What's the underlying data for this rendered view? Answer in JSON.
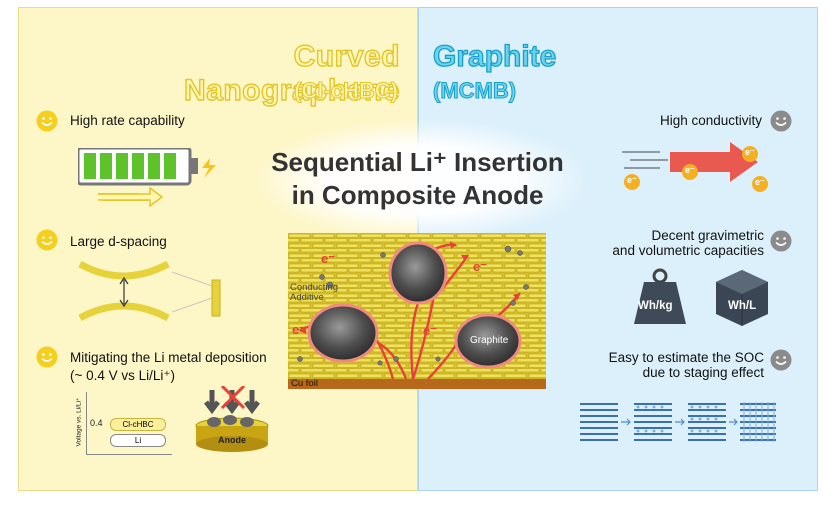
{
  "left": {
    "title": "Curved Nanographene",
    "subtitle": "(Cl-cHBC)",
    "features": [
      {
        "text": "High rate capability"
      },
      {
        "text": "Large d-spacing"
      },
      {
        "text": "Mitigating the Li metal deposition",
        "text2": "(~ 0.4 V vs Li/Li⁺)"
      }
    ],
    "voltage_diagram": {
      "axis_label": "Voltage vs. Li/Li⁺",
      "tick": "0.4",
      "upper_label": "Cl-cHBC",
      "lower_label": "Li"
    },
    "anode_label": "Anode"
  },
  "right": {
    "title": "Graphite",
    "subtitle": "(MCMB)",
    "features": [
      {
        "text": "High conductivity"
      },
      {
        "text": "Decent gravimetric",
        "text2": "and volumetric capacities"
      },
      {
        "text": "Easy to estimate the SOC",
        "text2": "due to staging effect"
      }
    ],
    "electron_label": "e⁻",
    "weight_label": "Wh/kg",
    "volume_label": "Wh/L"
  },
  "center": {
    "title_line1": "Sequential Li⁺ Insertion",
    "title_line2": "in Composite Anode",
    "conducting_label_1": "Conducting",
    "conducting_label_2": "Additive",
    "graphite_label": "Graphite",
    "foil_label": "Cu foil",
    "electron_label": "e⁻"
  },
  "colors": {
    "left_bg": "#fdf6c7",
    "right_bg": "#dcf0fb",
    "accent_red": "#e8413a",
    "battery_green": "#5ec22b",
    "smiley_yellow": "#f5cf1e",
    "smiley_gray": "#8b8b8b"
  }
}
